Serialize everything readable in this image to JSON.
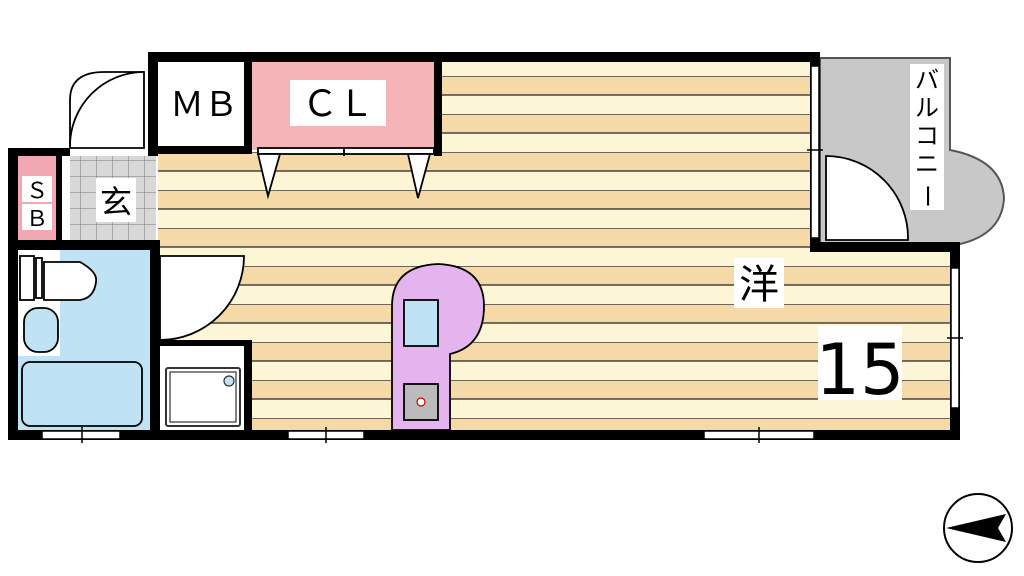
{
  "rooms": {
    "mb": "ＭＢ",
    "cl": "ＣＬ",
    "sb_top": "Ｓ",
    "sb_bottom": "Ｂ",
    "genkan": "玄",
    "balcony_chars": [
      "バ",
      "ル",
      "コ",
      "ニ",
      "ー"
    ],
    "western": "洋",
    "western_size": "15"
  },
  "colors": {
    "floor_stripe_a": "#f5d9a6",
    "floor_stripe_b": "#fdf6d6",
    "closet": "#f4b4b8",
    "bath": "#bfe3f5",
    "balcony": "#c8c8c8",
    "kitchen": "#e3b4ee",
    "sb": "#f2a8b2",
    "genkan_tile": "#d8d8d8",
    "wall": "#000000"
  }
}
